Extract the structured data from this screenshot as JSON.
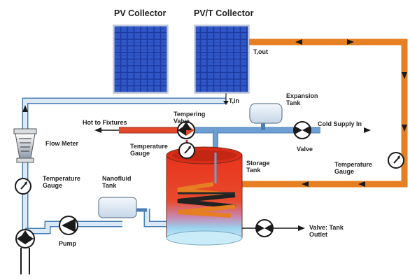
{
  "labels": {
    "pv_collector": "PV Collector",
    "pvt_collector": "PV/T Collector",
    "t_out": "T,out",
    "t_in": "T,in",
    "expansion_tank": "Expansion Tank",
    "tempering_valve": "Tempering Valve",
    "hot_to_fixtures": "Hot to Fixtures",
    "cold_supply_in": "Cold Supply In",
    "flow_meter": "Flow Meter",
    "temperature_gauge_top": "Temperature Gauge",
    "valve": "Valve",
    "storage_tank": "Storage Tank",
    "temperature_gauge_right": "Temperature Gauge",
    "temperature_gauge_left": "Temperature Gauge",
    "nanofluid_tank": "Nanofluid Tank",
    "pump": "Pump",
    "valve_tank_outlet": "Valve: Tank Outlet"
  },
  "colors": {
    "hot_loop": "#e67e22",
    "cold_pipe": "#dbe9f7",
    "cold_pipe_outline": "#4a7fb5",
    "supply_pipe": "#6f9fd2",
    "hot_pipe": "#e04a2a",
    "tank_hot": "#e8341c",
    "tank_cold": "#bfe6f5",
    "panel_blue": "#1f3ea8"
  }
}
